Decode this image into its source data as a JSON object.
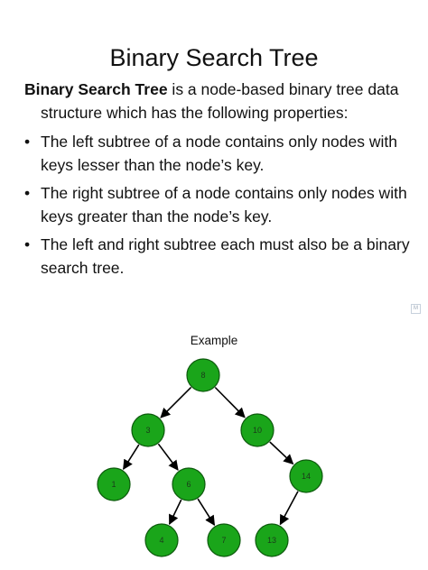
{
  "slide": {
    "title": "Binary Search Tree",
    "intro_term": "Binary Search Tree",
    "intro_rest": " is a node-based binary tree data structure which has the following properties:",
    "bullets": [
      "The left subtree of a node contains only nodes with keys lesser than the node’s key.",
      "The right subtree of a node contains only nodes with keys greater than the node’s key.",
      "The left and right subtree each must also be a binary search tree."
    ],
    "bullet_symbol": "•",
    "corner_mark": "M"
  },
  "tree": {
    "caption": "Example",
    "node_fill": "#1aa51a",
    "node_stroke": "#0c5a0c",
    "edge_color": "#000000",
    "nodes": [
      {
        "id": "8",
        "label": "8"
      },
      {
        "id": "3",
        "label": "3"
      },
      {
        "id": "10",
        "label": "10"
      },
      {
        "id": "1",
        "label": "1"
      },
      {
        "id": "6",
        "label": "6"
      },
      {
        "id": "14",
        "label": "14"
      },
      {
        "id": "4",
        "label": "4"
      },
      {
        "id": "7",
        "label": "7"
      },
      {
        "id": "13",
        "label": "13"
      }
    ],
    "edges": [
      {
        "from": "8",
        "to": "3"
      },
      {
        "from": "8",
        "to": "10"
      },
      {
        "from": "3",
        "to": "1"
      },
      {
        "from": "3",
        "to": "6"
      },
      {
        "from": "10",
        "to": "14"
      },
      {
        "from": "6",
        "to": "4"
      },
      {
        "from": "6",
        "to": "7"
      },
      {
        "from": "14",
        "to": "13"
      }
    ]
  }
}
